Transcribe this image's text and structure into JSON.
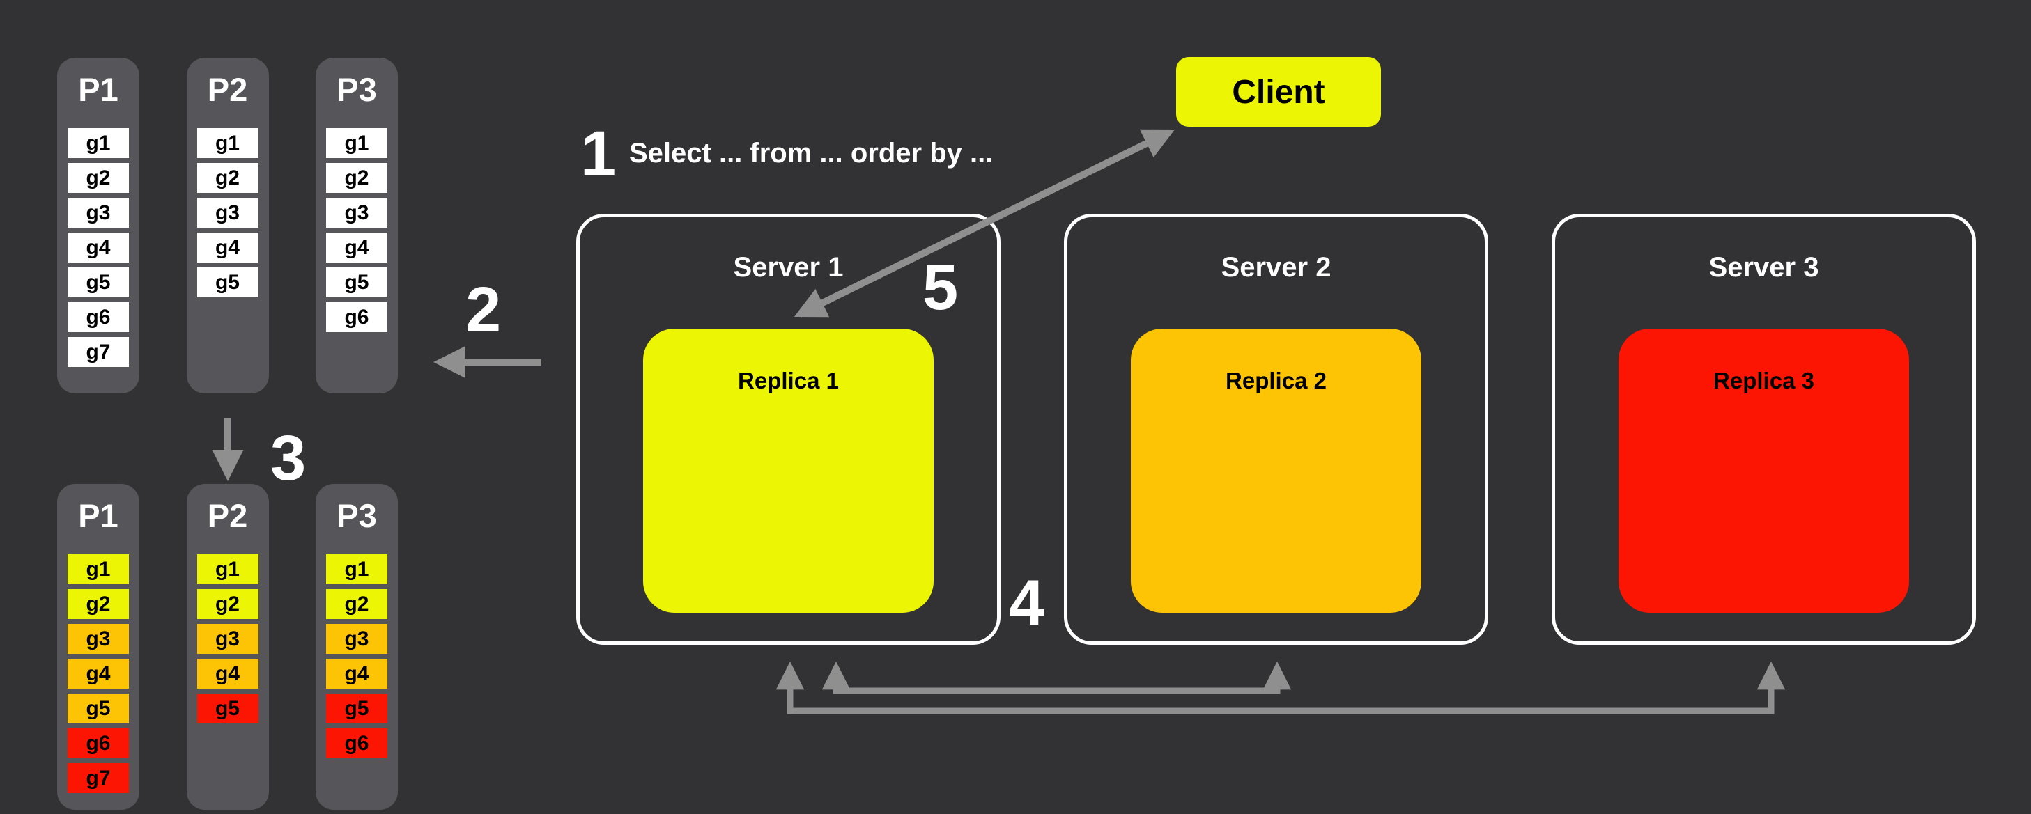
{
  "colors": {
    "background": "#323234",
    "panel_gray": "#56565a",
    "cell_white": "#ffffff",
    "level_yellow": "#ecf604",
    "level_orange": "#fcc404",
    "level_red": "#fb1502",
    "arrow_gray": "#8f8f8f",
    "text_white": "#ffffff",
    "text_black": "#000000"
  },
  "client": {
    "label": "Client"
  },
  "steps": {
    "one": {
      "num": "1",
      "text": "Select ... from ... order by ..."
    },
    "two": {
      "num": "2"
    },
    "three": {
      "num": "3"
    },
    "four": {
      "num": "4"
    },
    "five": {
      "num": "5"
    }
  },
  "servers": [
    {
      "name": "Server 1",
      "replica_label": "Replica 1",
      "replica_color_key": "level_yellow"
    },
    {
      "name": "Server 2",
      "replica_label": "Replica 2",
      "replica_color_key": "level_orange"
    },
    {
      "name": "Server 3",
      "replica_label": "Replica 3",
      "replica_color_key": "level_red"
    }
  ],
  "partitions": {
    "before": [
      {
        "name": "P1",
        "cells": [
          {
            "label": "g1",
            "color_key": "cell_white"
          },
          {
            "label": "g2",
            "color_key": "cell_white"
          },
          {
            "label": "g3",
            "color_key": "cell_white"
          },
          {
            "label": "g4",
            "color_key": "cell_white"
          },
          {
            "label": "g5",
            "color_key": "cell_white"
          },
          {
            "label": "g6",
            "color_key": "cell_white"
          },
          {
            "label": "g7",
            "color_key": "cell_white"
          }
        ]
      },
      {
        "name": "P2",
        "cells": [
          {
            "label": "g1",
            "color_key": "cell_white"
          },
          {
            "label": "g2",
            "color_key": "cell_white"
          },
          {
            "label": "g3",
            "color_key": "cell_white"
          },
          {
            "label": "g4",
            "color_key": "cell_white"
          },
          {
            "label": "g5",
            "color_key": "cell_white"
          }
        ]
      },
      {
        "name": "P3",
        "cells": [
          {
            "label": "g1",
            "color_key": "cell_white"
          },
          {
            "label": "g2",
            "color_key": "cell_white"
          },
          {
            "label": "g3",
            "color_key": "cell_white"
          },
          {
            "label": "g4",
            "color_key": "cell_white"
          },
          {
            "label": "g5",
            "color_key": "cell_white"
          },
          {
            "label": "g6",
            "color_key": "cell_white"
          }
        ]
      }
    ],
    "after": [
      {
        "name": "P1",
        "cells": [
          {
            "label": "g1",
            "color_key": "level_yellow"
          },
          {
            "label": "g2",
            "color_key": "level_yellow"
          },
          {
            "label": "g3",
            "color_key": "level_orange"
          },
          {
            "label": "g4",
            "color_key": "level_orange"
          },
          {
            "label": "g5",
            "color_key": "level_orange"
          },
          {
            "label": "g6",
            "color_key": "level_red"
          },
          {
            "label": "g7",
            "color_key": "level_red"
          }
        ]
      },
      {
        "name": "P2",
        "cells": [
          {
            "label": "g1",
            "color_key": "level_yellow"
          },
          {
            "label": "g2",
            "color_key": "level_yellow"
          },
          {
            "label": "g3",
            "color_key": "level_orange"
          },
          {
            "label": "g4",
            "color_key": "level_orange"
          },
          {
            "label": "g5",
            "color_key": "level_red"
          }
        ]
      },
      {
        "name": "P3",
        "cells": [
          {
            "label": "g1",
            "color_key": "level_yellow"
          },
          {
            "label": "g2",
            "color_key": "level_yellow"
          },
          {
            "label": "g3",
            "color_key": "level_orange"
          },
          {
            "label": "g4",
            "color_key": "level_orange"
          },
          {
            "label": "g5",
            "color_key": "level_red"
          },
          {
            "label": "g6",
            "color_key": "level_red"
          }
        ]
      }
    ]
  }
}
